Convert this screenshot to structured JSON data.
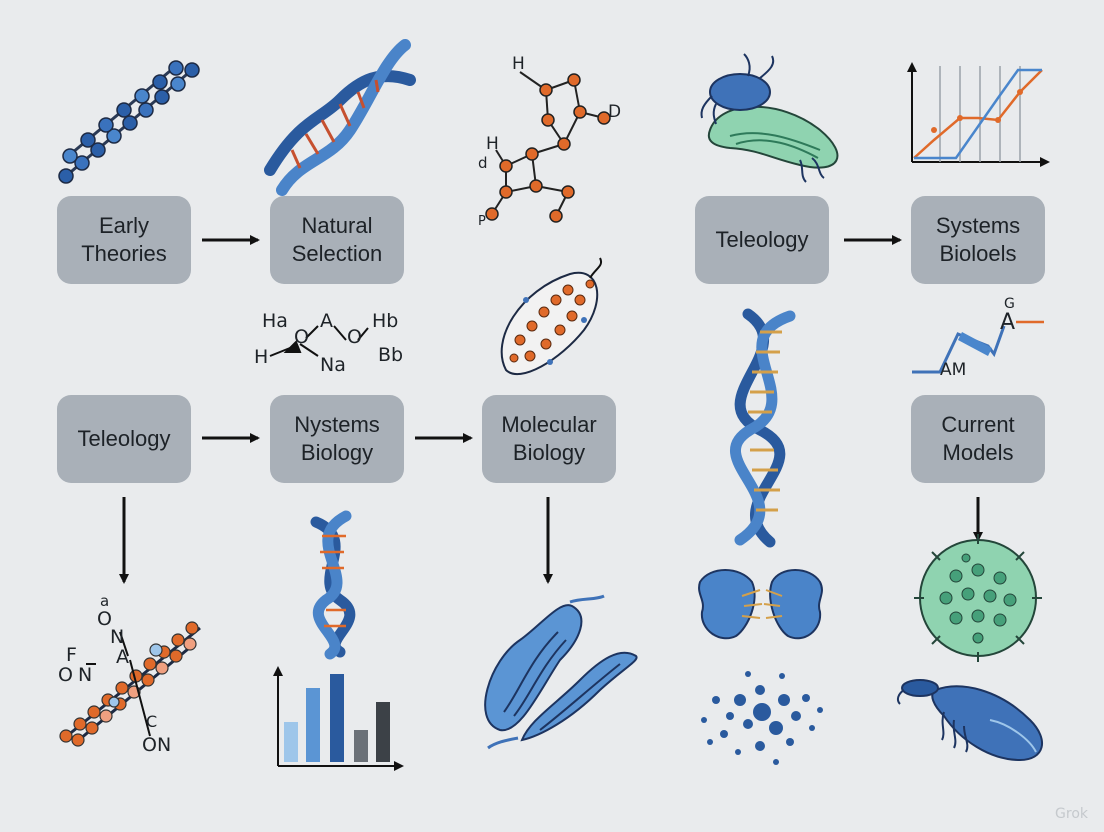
{
  "boxes": {
    "early_theories": "Early\nTheories",
    "natural_selection": "Natural\nSelection",
    "teleology_top": "Teleology",
    "systems_bioloels": "Systems\nBioloels",
    "teleology_mid": "Teleology",
    "nystems_biology": "Nystems\nBiology",
    "molecular_biology": "Molecular\nBiology",
    "current_models": "Current\nModels"
  },
  "labels": {
    "m1_h": "H",
    "m1_d": "D",
    "m1_h2": "H",
    "m1_d2": "d",
    "m1_p": "P",
    "m2_ha": "Ha",
    "m2_a": "A",
    "m2_hb": "Hb",
    "m2_h": "H",
    "m2_o1": "O",
    "m2_o2": "O",
    "m2_na": "Na",
    "m2_bb": "Bb",
    "m3_a": "a",
    "m3_o": "O",
    "m3_n": "N",
    "m3_a2": "A",
    "m3_f": "F",
    "m3_o2n": "O",
    "m3_n2": "N",
    "m3_c": "C",
    "m3_on": "ON",
    "m4_g": "G",
    "m4_a": "A",
    "m4_am": "AM"
  },
  "watermark": "Grok",
  "colors": {
    "box_fill": "#a9b0b8",
    "dna_blue": "#3f72b8",
    "atom_orange": "#e06a2a",
    "cell_green": "#8fd3b0",
    "background": "#e9ebed"
  },
  "icons": [
    "molecule-chain-blue-icon",
    "dna-helix-icon",
    "molecule-structure-orange-icon",
    "bacterium-icon",
    "line-chart-icon",
    "chemical-formula-icon",
    "chromosome-icon",
    "protein-structure-icon",
    "line-graph-small-icon",
    "molecule-chain-orange-icon",
    "bar-chart-icon",
    "mitochondria-icon",
    "protein-complex-icon",
    "molecule-cloud-icon",
    "green-cell-icon",
    "blue-microbe-icon"
  ]
}
